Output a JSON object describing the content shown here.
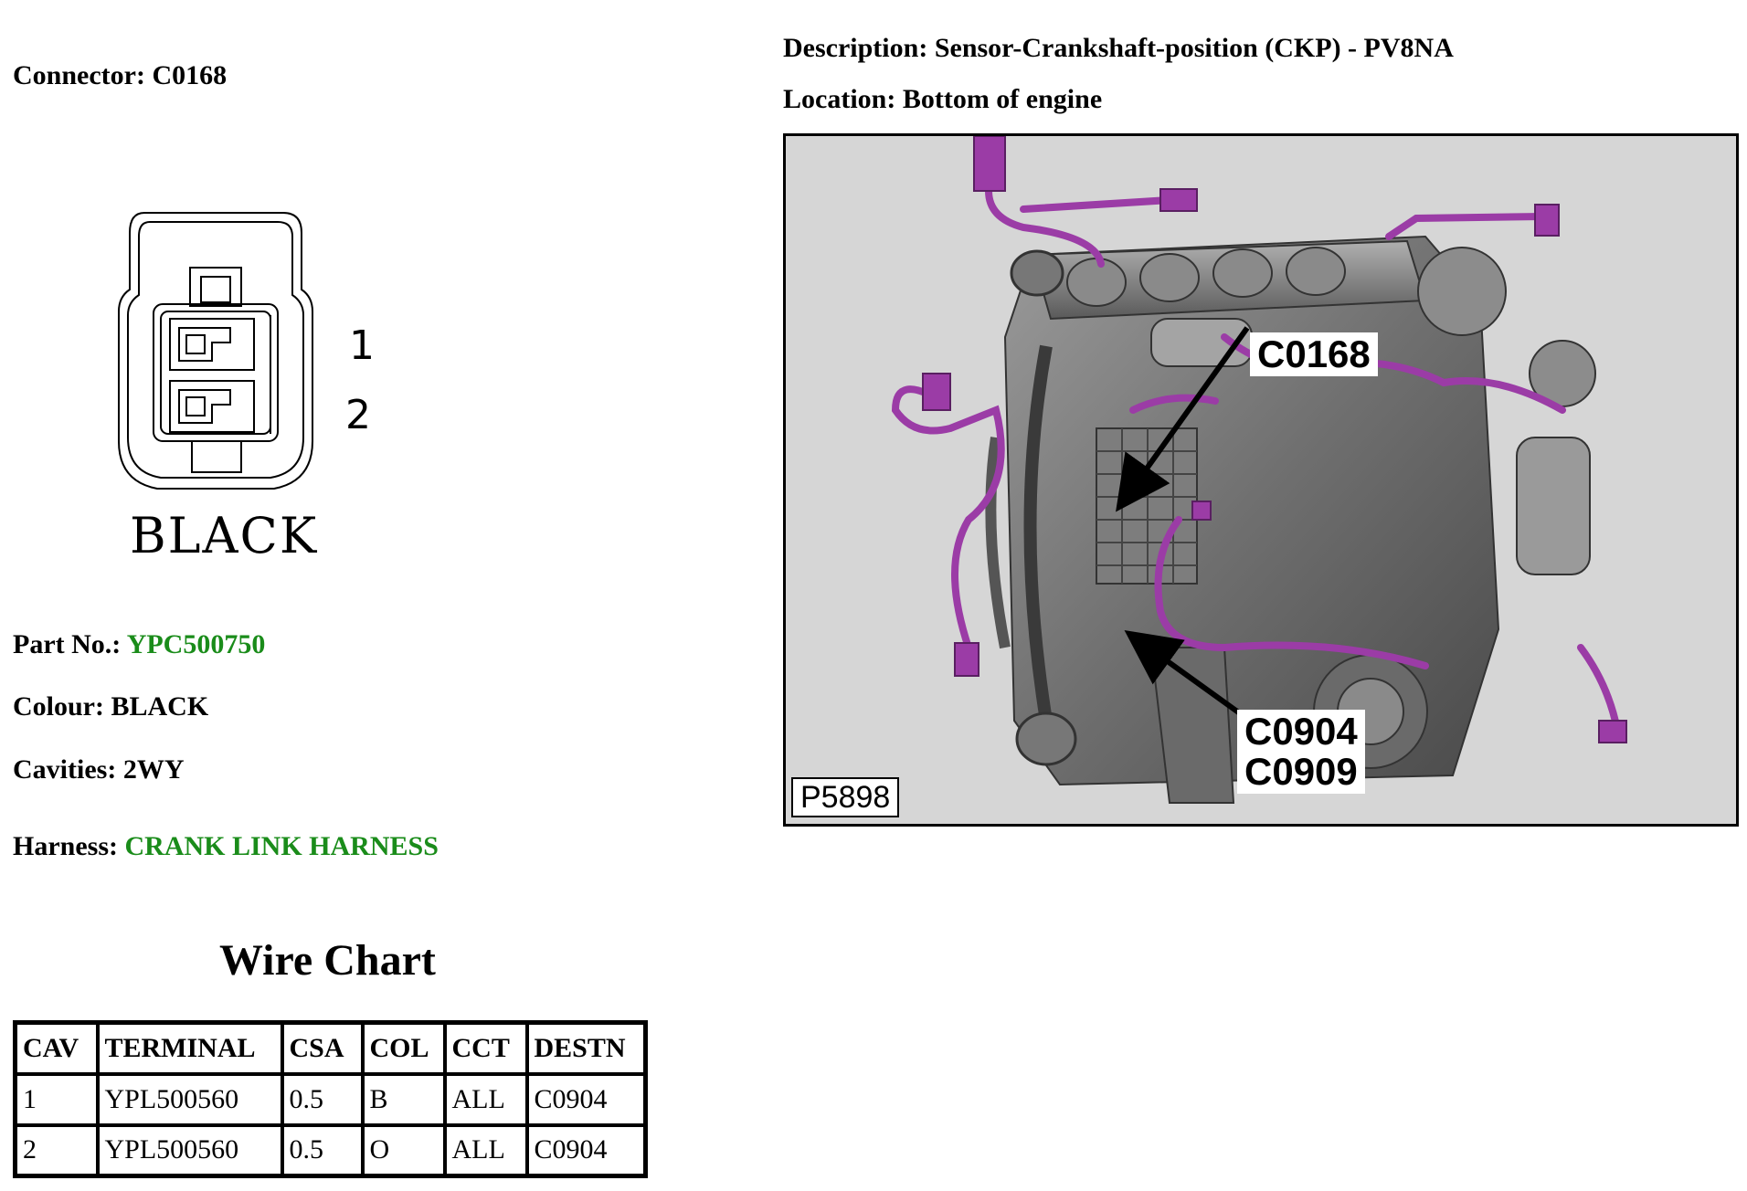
{
  "connector": {
    "label": "Connector:",
    "value": "C0168",
    "pins": [
      "1",
      "2"
    ],
    "colour_label": "BLACK"
  },
  "description": {
    "label": "Description:",
    "value": "Sensor-Crankshaft-position (CKP) - PV8NA"
  },
  "location": {
    "label": "Location:",
    "value": "Bottom of engine"
  },
  "part": {
    "label": "Part No.:",
    "value": "YPC500750"
  },
  "colour": {
    "label": "Colour:",
    "value": "BLACK"
  },
  "cavities": {
    "label": "Cavities:",
    "value": "2WY"
  },
  "harness": {
    "label": "Harness:",
    "value": "CRANK LINK HARNESS"
  },
  "wire_chart": {
    "title": "Wire Chart",
    "headers": [
      "CAV",
      "TERMINAL",
      "CSA",
      "COL",
      "CCT",
      "DESTN"
    ],
    "rows": [
      [
        "1",
        "YPL500560",
        "0.5",
        "B",
        "ALL",
        "C0904"
      ],
      [
        "2",
        "YPL500560",
        "0.5",
        "O",
        "ALL",
        "C0904"
      ]
    ]
  },
  "image": {
    "callout_top": "C0168",
    "callout_bottom_1": "C0904",
    "callout_bottom_2": "C0909",
    "plate": "P5898"
  },
  "colors": {
    "link_green": "#1a8c1a",
    "harness_purple": "#9b3ca6"
  }
}
